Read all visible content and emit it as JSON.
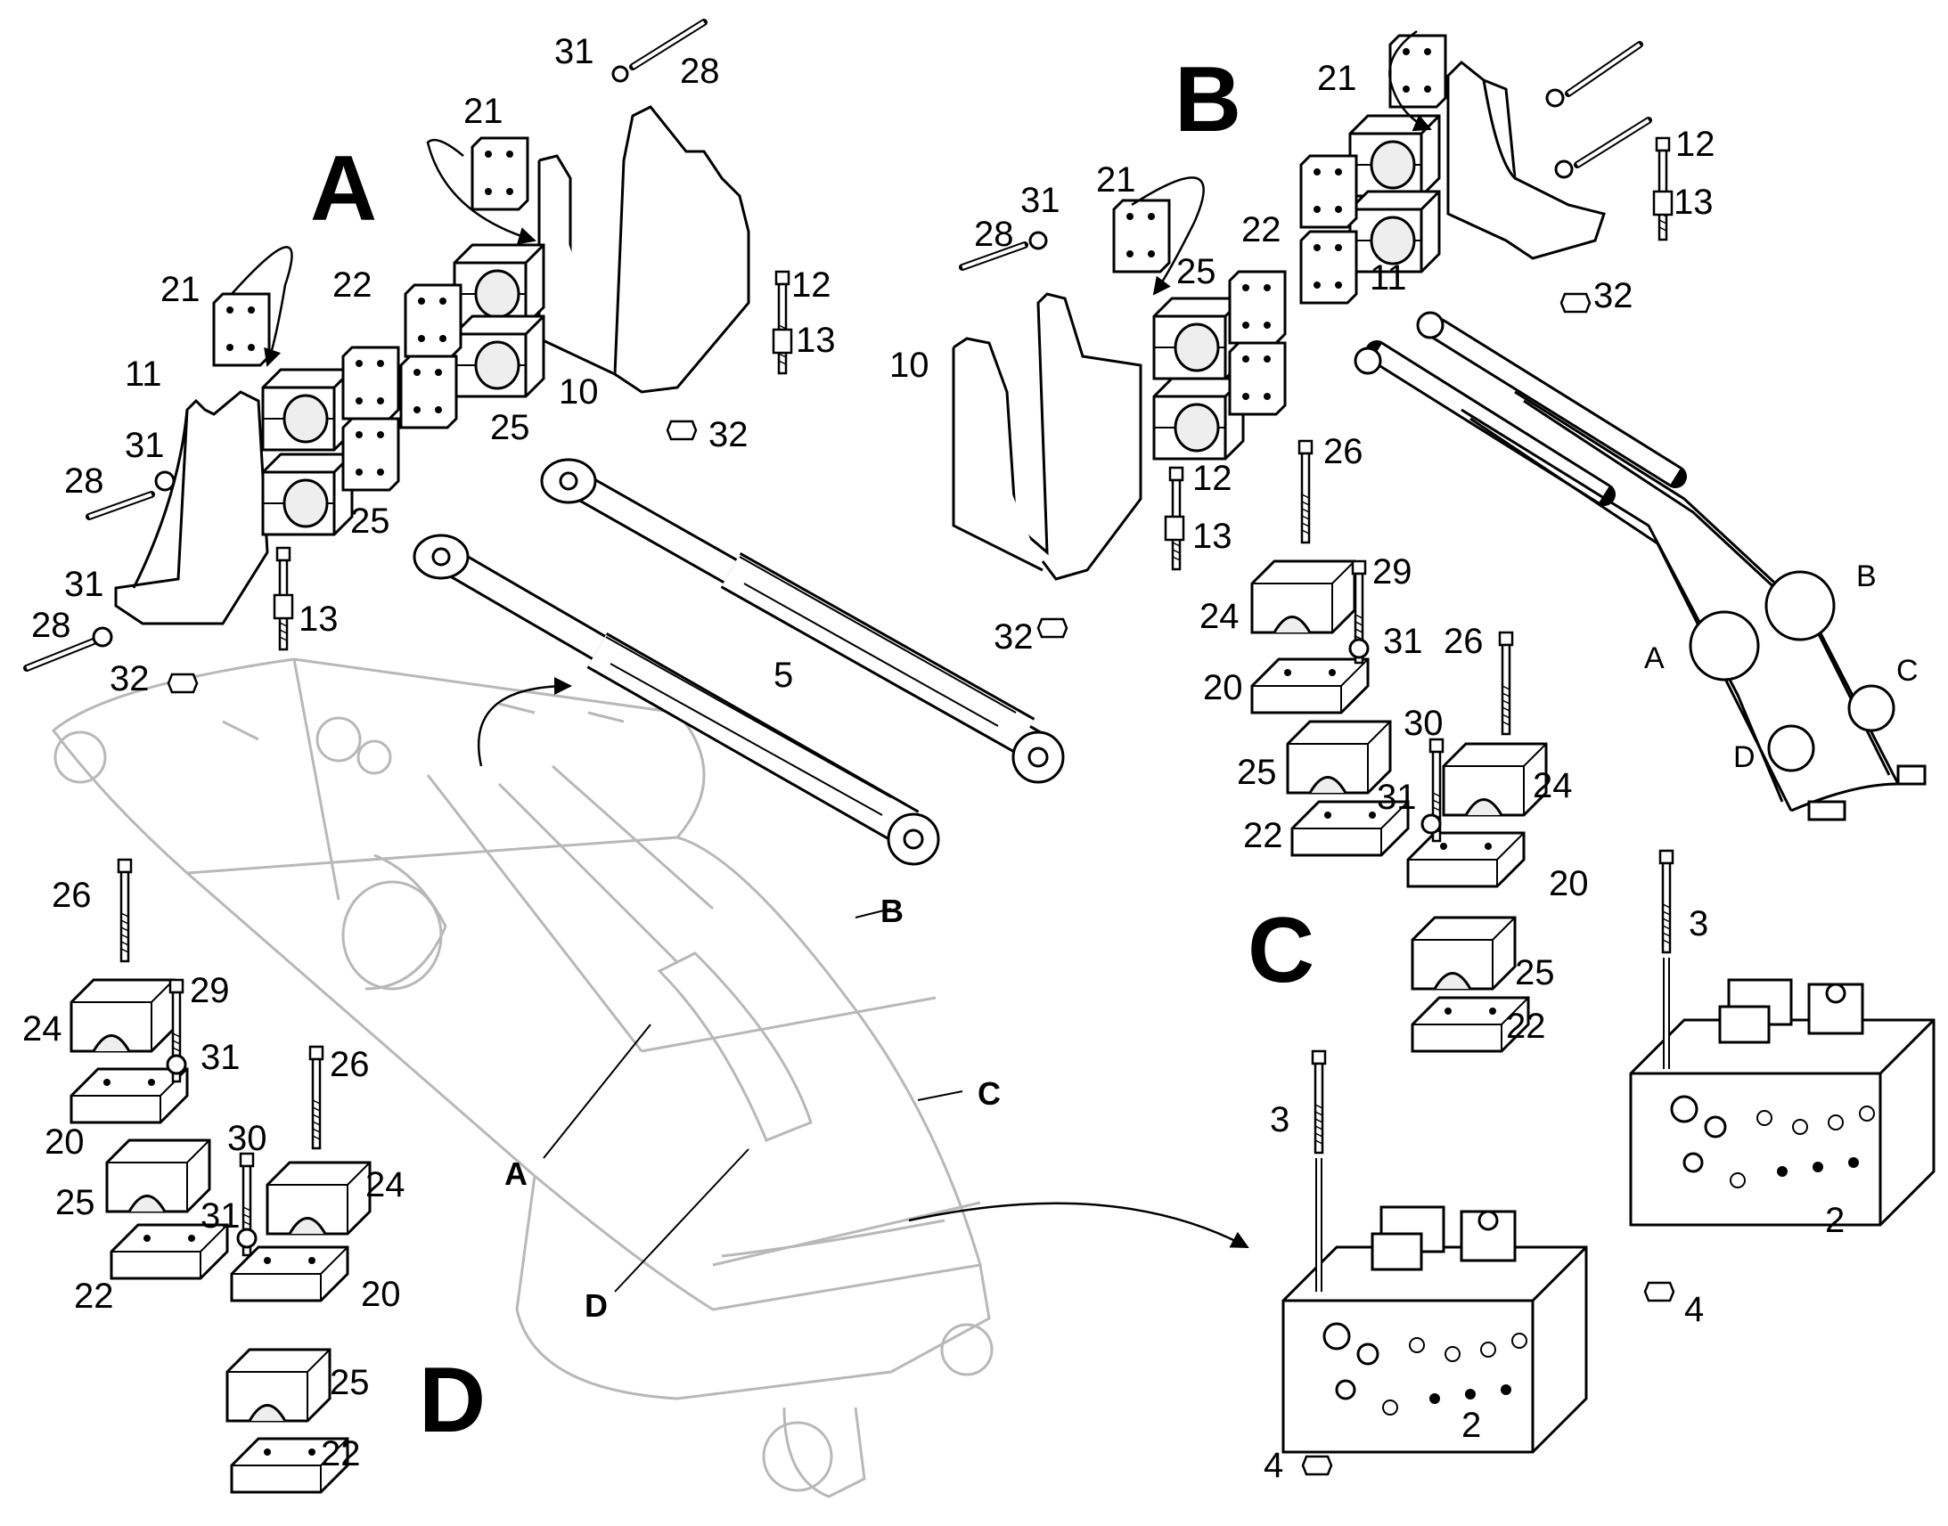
{
  "section_letters": {
    "A": "A",
    "B": "B",
    "C": "C",
    "D": "D"
  },
  "boom_callouts": {
    "A": "A",
    "B": "B",
    "C": "C",
    "D": "D"
  },
  "hose_detail_circles": {
    "A": "A",
    "B": "B",
    "C": "C",
    "D": "D"
  },
  "part_numbers": {
    "p2": "2",
    "p3": "3",
    "p4": "4",
    "p5": "5",
    "p10": "10",
    "p11": "11",
    "p12": "12",
    "p13": "13",
    "p20": "20",
    "p21": "21",
    "p22": "22",
    "p24": "24",
    "p25": "25",
    "p26": "26",
    "p28": "28",
    "p29": "29",
    "p30": "30",
    "p31": "31",
    "p32": "32"
  },
  "colors": {
    "line": "#000000",
    "ghost_line": "#b8b8b8",
    "part_fill": "#ffffff",
    "bore_fill": "#eeeeee"
  }
}
